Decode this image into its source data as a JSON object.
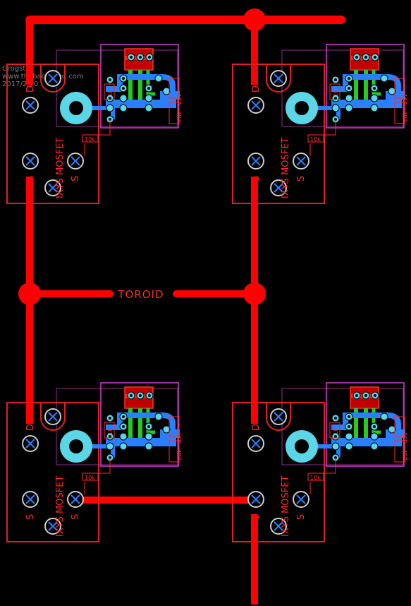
{
  "credit": {
    "author": "Grogster",
    "site": "www.thebackshed.com",
    "date": "2017/2/10"
  },
  "labels": {
    "toroid": "TOROID",
    "mosfet": "IXYS MOSFET",
    "drain": "D",
    "source": "S",
    "r_10k": "10k",
    "r_1k": "1k",
    "r_10r": "10R",
    "r_4r7": "4R7"
  },
  "colors": {
    "background": "#000000",
    "trace_top": "#ff0000",
    "trace_bottom": "#2a7fff",
    "pad": "#5ad6e6",
    "silkscreen": "#ff2a2a",
    "outline": "#e040e0",
    "green_trace": "#22cc22",
    "credit_text": "#7b7b7b"
  }
}
